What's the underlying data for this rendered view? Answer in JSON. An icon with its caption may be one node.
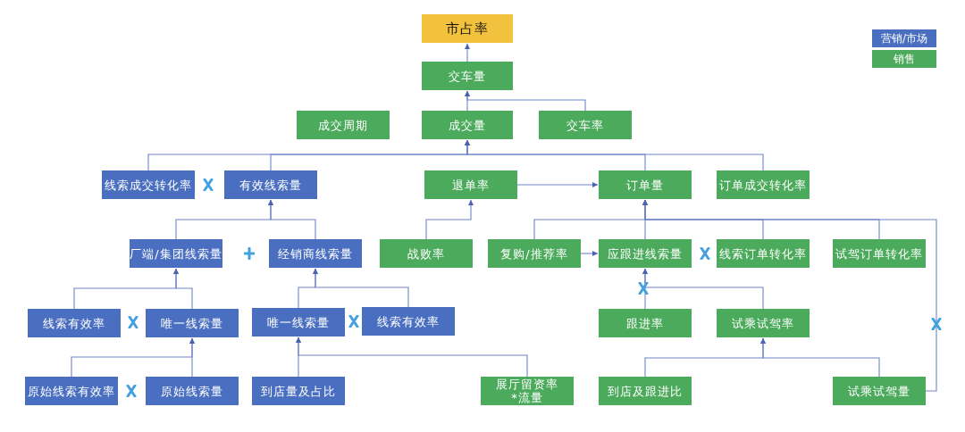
{
  "diagram": {
    "nodes": [
      {
        "text": [
          "市占率"
        ]
      },
      {
        "text": [
          "交车量"
        ]
      },
      {
        "text": [
          "成交周期"
        ]
      },
      {
        "text": [
          "成交量"
        ]
      },
      {
        "text": [
          "交车率"
        ]
      },
      {
        "text": [
          "线索成交转化率"
        ]
      },
      {
        "text": [
          "有效线索量"
        ]
      },
      {
        "text": [
          "退单率"
        ]
      },
      {
        "text": [
          "订单量"
        ]
      },
      {
        "text": [
          "订单成交转化率"
        ]
      },
      {
        "text": [
          "厂端/集团线索量"
        ]
      },
      {
        "text": [
          "经销商线索量"
        ]
      },
      {
        "text": [
          "战败率"
        ]
      },
      {
        "text": [
          "复购/推荐率"
        ]
      },
      {
        "text": [
          "应跟进线索量"
        ]
      },
      {
        "text": [
          "线索订单转化率"
        ]
      },
      {
        "text": [
          "试驾订单转化率"
        ]
      },
      {
        "text": [
          "线索有效率"
        ]
      },
      {
        "text": [
          "唯一线索量"
        ]
      },
      {
        "text": [
          "唯一线索量"
        ]
      },
      {
        "text": [
          "线索有效率"
        ]
      },
      {
        "text": [
          "跟进率"
        ]
      },
      {
        "text": [
          "试乘试驾率"
        ]
      },
      {
        "text": [
          "原始线索有效率"
        ]
      },
      {
        "text": [
          "原始线索量"
        ]
      },
      {
        "text": [
          "到店量及占比"
        ]
      },
      {
        "text": [
          "展厅留资率 *流量"
        ]
      },
      {
        "text": [
          "到店及跟进比"
        ]
      },
      {
        "text": [
          "试乘试驾量"
        ]
      }
    ],
    "edges": [
      {
        "from": 1,
        "to": 0,
        "arrow": "to"
      },
      {
        "from": 3,
        "to": 1,
        "arrow": "to"
      },
      {
        "from": 4,
        "to": 1,
        "arrow": "to"
      },
      {
        "from": 5,
        "to": 3,
        "arrow": "to"
      },
      {
        "from": 6,
        "to": 3,
        "arrow": "to"
      },
      {
        "from": 8,
        "to": 3,
        "arrow": "to"
      },
      {
        "from": 9,
        "to": 3,
        "arrow": "to"
      },
      {
        "from": 7,
        "to": 8,
        "arrow": "to"
      },
      {
        "from": 10,
        "to": 6,
        "arrow": "to"
      },
      {
        "from": 11,
        "to": 6,
        "arrow": "to"
      },
      {
        "from": 12,
        "to": 7,
        "arrow": "to"
      },
      {
        "from": 13,
        "to": 8,
        "arrow": "to"
      },
      {
        "from": 14,
        "to": 8,
        "arrow": "to"
      },
      {
        "from": 15,
        "to": 8,
        "arrow": "to"
      },
      {
        "from": 16,
        "to": 8,
        "arrow": "to"
      },
      {
        "from": 28,
        "to": 8,
        "arrow": "to"
      },
      {
        "from": 13,
        "to": 14,
        "arrow": "to"
      },
      {
        "from": 17,
        "to": 10,
        "arrow": "to"
      },
      {
        "from": 18,
        "to": 10,
        "arrow": "to"
      },
      {
        "from": 19,
        "to": 11,
        "arrow": "to"
      },
      {
        "from": 20,
        "to": 11,
        "arrow": "to"
      },
      {
        "from": 21,
        "to": 14,
        "arrow": "to"
      },
      {
        "from": 22,
        "to": 14,
        "arrow": "to"
      },
      {
        "from": 23,
        "to": 18,
        "arrow": "to"
      },
      {
        "from": 24,
        "to": 18,
        "arrow": "to"
      },
      {
        "from": 25,
        "to": 19,
        "arrow": "to"
      },
      {
        "from": 26,
        "to": 19,
        "arrow": "to"
      },
      {
        "from": 27,
        "to": 22,
        "arrow": "to"
      },
      {
        "from": 28,
        "to": 22,
        "arrow": "to"
      }
    ],
    "legend": [
      {
        "text": "营销/市场",
        "color": "#4a6fc1"
      },
      {
        "text": "销售",
        "color": "#4caa5c"
      }
    ]
  }
}
